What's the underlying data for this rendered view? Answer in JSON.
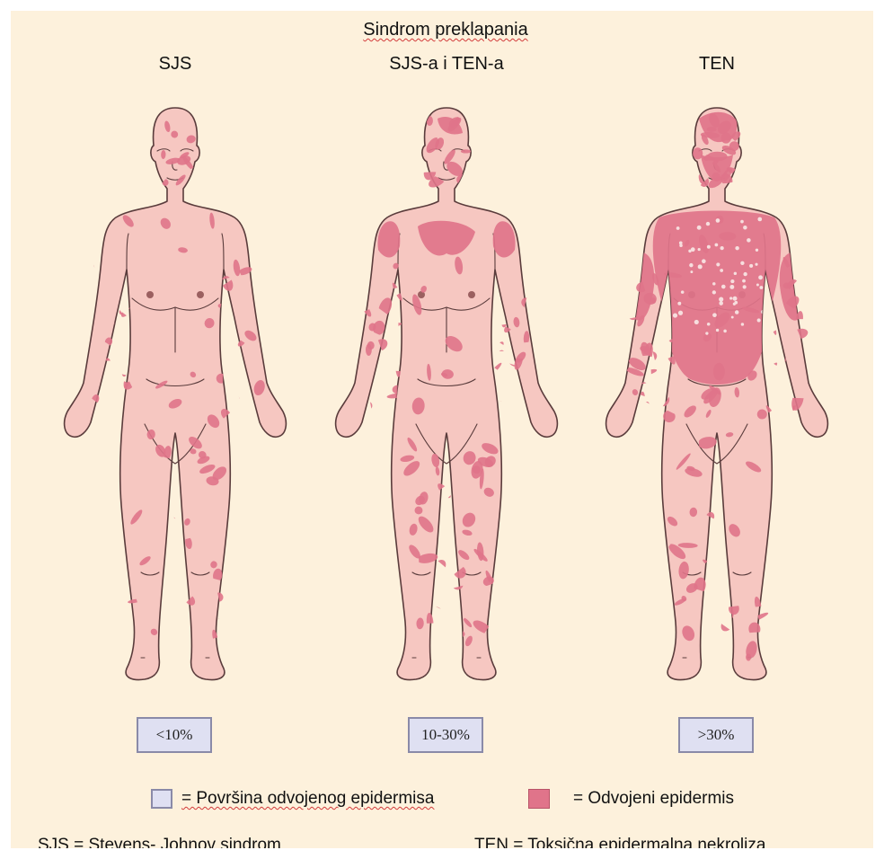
{
  "title": "Sindrom preklapania",
  "figures": [
    {
      "heading": "SJS",
      "percent": "<10%"
    },
    {
      "heading": "SJS-a i TEN-a",
      "percent": "10-30%"
    },
    {
      "heading": "TEN",
      "percent": ">30%"
    }
  ],
  "legend": {
    "surface_label": "= Površina odvojenog epidermisa",
    "detached_label": "= Odvojeni epidermis"
  },
  "footnotes": {
    "sjs": "SJS = Stevens- Johnov sindrom",
    "ten": "TEN = Toksična epidermalna nekroliza"
  },
  "colors": {
    "background": "#fdf1dc",
    "skin": "#f6c7c1",
    "lesion": "#e0748a",
    "outline": "#5a3c3c",
    "surface_box": "#dfe0f2"
  }
}
